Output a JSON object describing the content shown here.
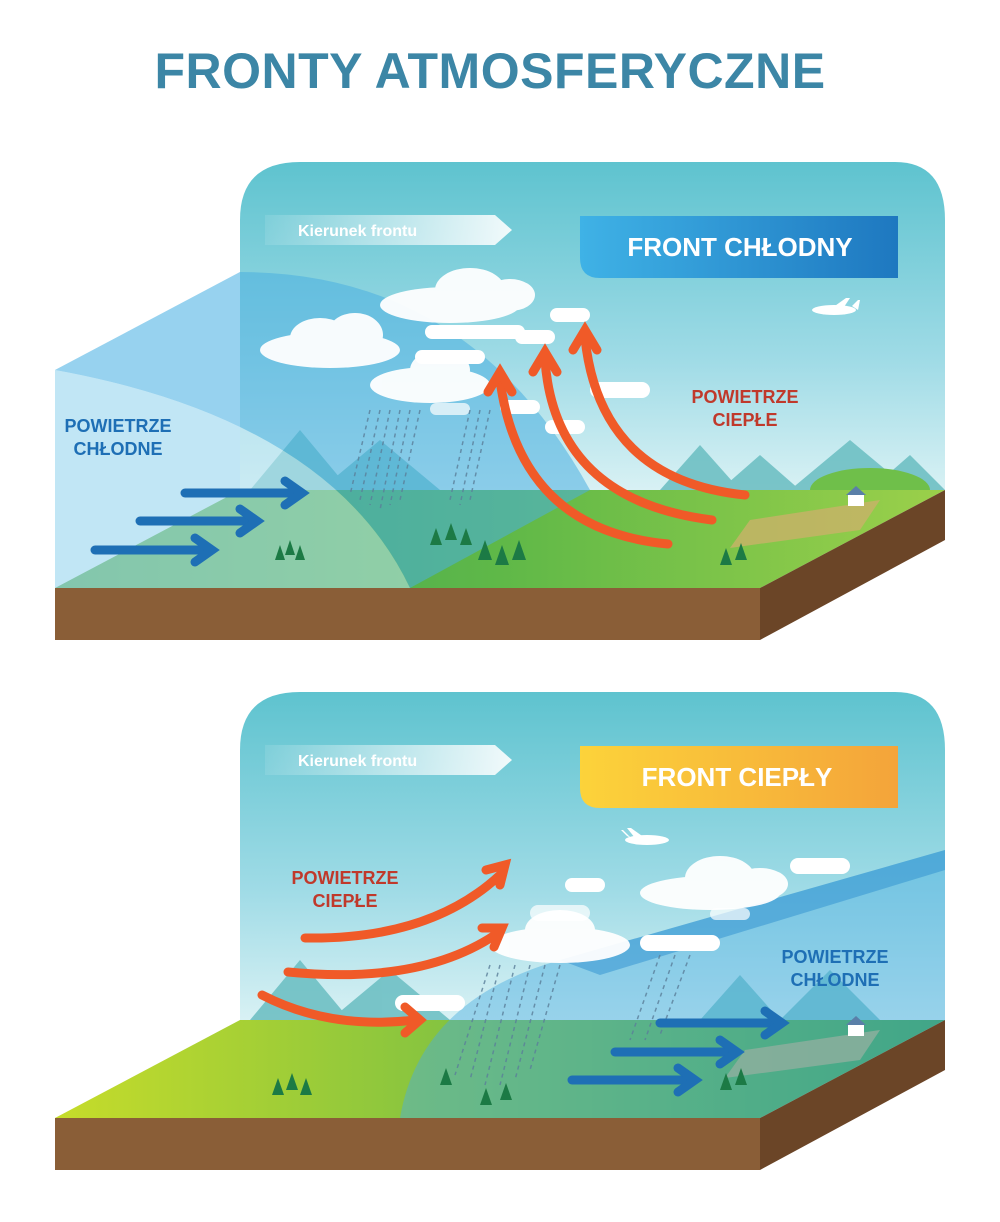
{
  "title": "FRONTY ATMOSFERYCZNE",
  "panels": [
    {
      "id": "cold-front",
      "banner": "FRONT CHŁODNY",
      "banner_colors": [
        "#1e88c8",
        "#3fb2e6"
      ],
      "direction_label": "Kierunek frontu",
      "cold_air_label": [
        "POWIETRZE",
        "CHŁODNE"
      ],
      "warm_air_label": [
        "POWIETRZE",
        "CIEPŁE"
      ],
      "cold_color": "#1e6fb5",
      "warm_color": "#c0392b"
    },
    {
      "id": "warm-front",
      "banner": "FRONT CIEPŁY",
      "banner_colors": [
        "#fcd33a",
        "#f4a43a"
      ],
      "direction_label": "Kierunek frontu",
      "cold_air_label": [
        "POWIETRZE",
        "CHŁODNE"
      ],
      "warm_air_label": [
        "POWIETRZE",
        "CIEPŁE"
      ],
      "cold_color": "#1e6fb5",
      "warm_color": "#c0392b"
    }
  ]
}
